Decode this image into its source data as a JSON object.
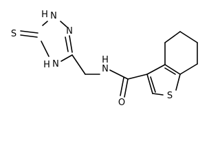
{
  "molecule": {
    "atoms": {
      "thione_S": "S",
      "ring_N1H": "N",
      "ring_N1H_h": "H",
      "ring_N2": "N",
      "ring_N4H": "N",
      "ring_N4H_h": "H",
      "amide_NH": "N",
      "amide_NH_h": "H",
      "carbonyl_O": "O",
      "thiophene_S": "S"
    },
    "colors": {
      "bond": "#000000",
      "text": "#000000",
      "background": "#ffffff"
    }
  }
}
